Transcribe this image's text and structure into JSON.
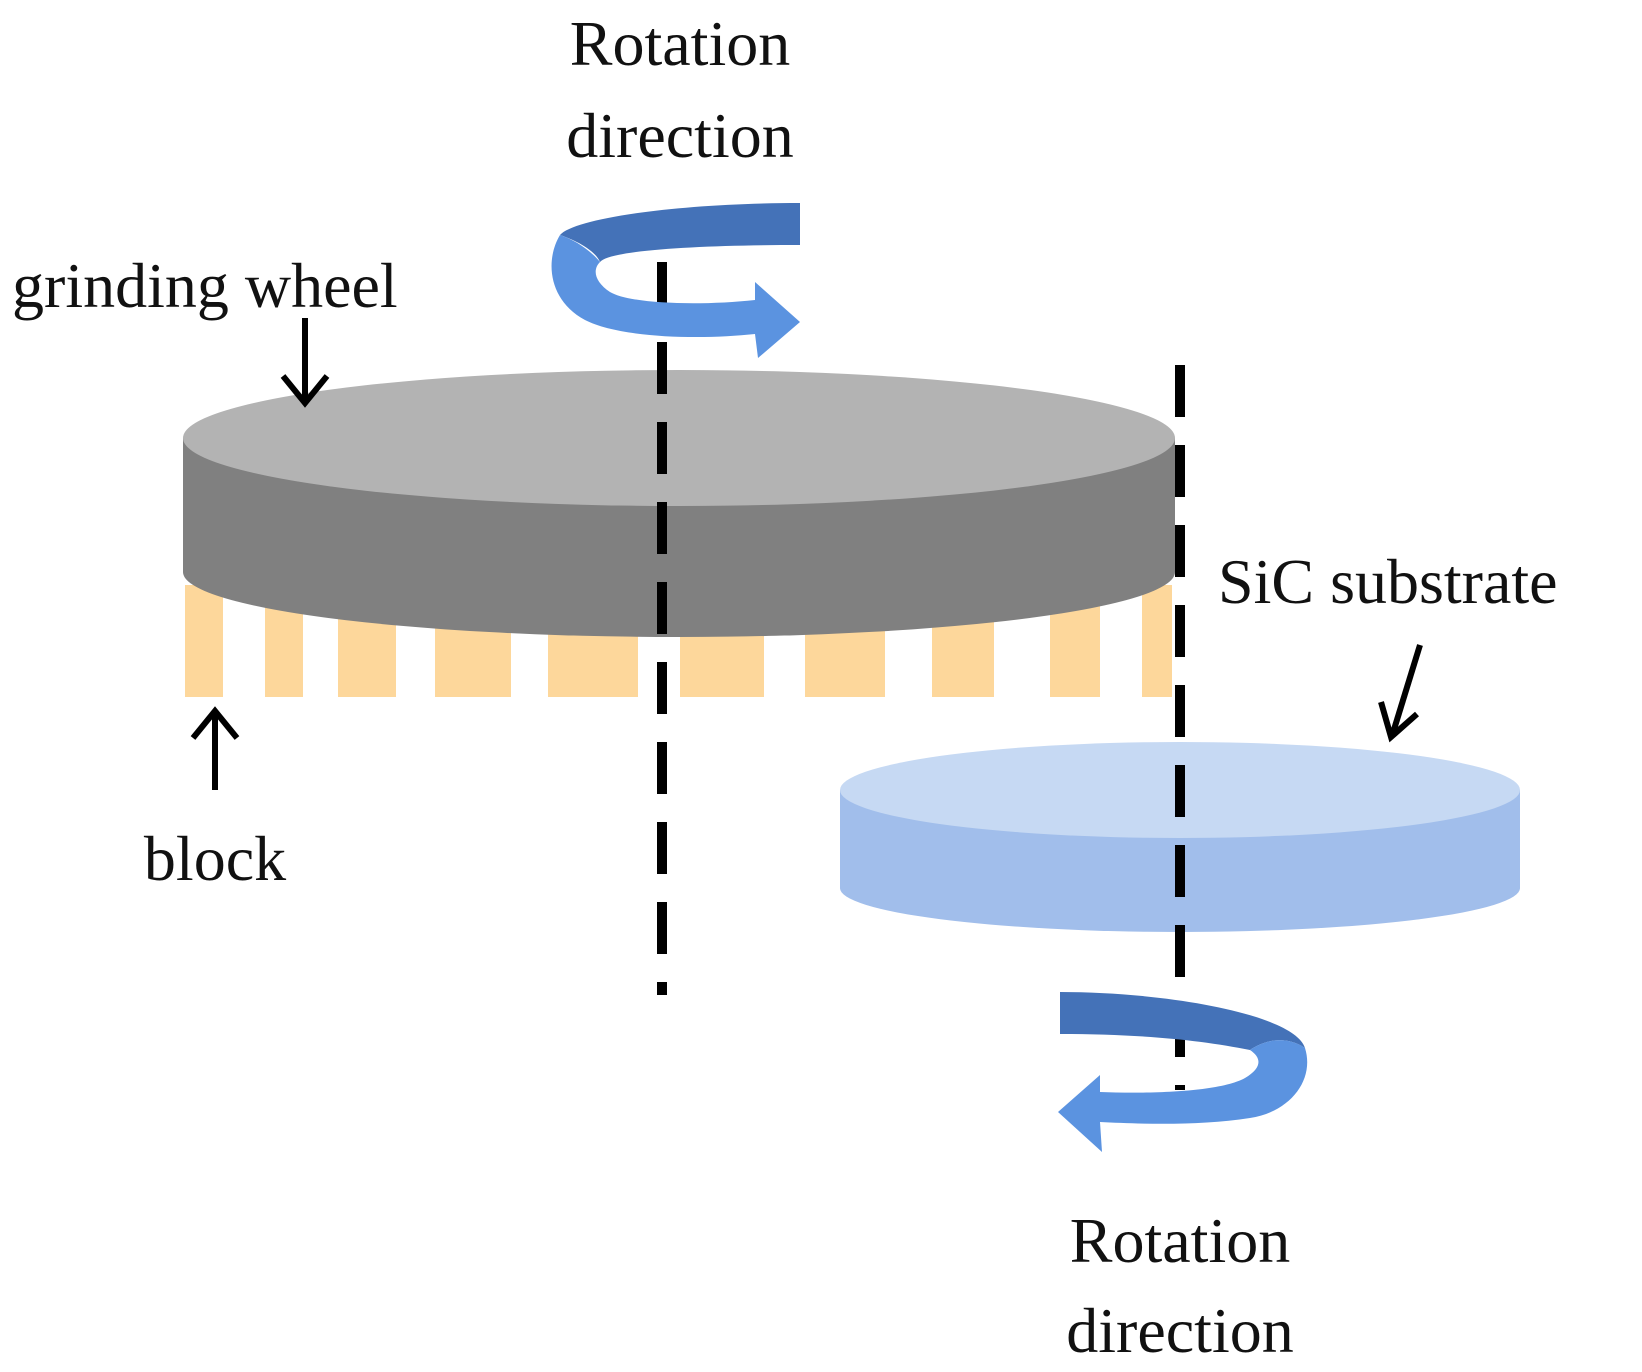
{
  "labels": {
    "top_rotation_line1": "Rotation",
    "top_rotation_line2": "direction",
    "grinding_wheel": "grinding wheel",
    "sic_substrate": "SiC substrate",
    "block": "block",
    "bottom_rotation_line1": "Rotation",
    "bottom_rotation_line2": "direction"
  },
  "colors": {
    "wheel_top": "#b3b3b3",
    "wheel_side": "#808080",
    "block": "#fdd79b",
    "substrate_top": "#c6d9f3",
    "substrate_side": "#a1beeb",
    "arrow_light": "#5b93e0",
    "arrow_dark": "#4472b8",
    "axis": "#000000",
    "text": "#111111"
  }
}
